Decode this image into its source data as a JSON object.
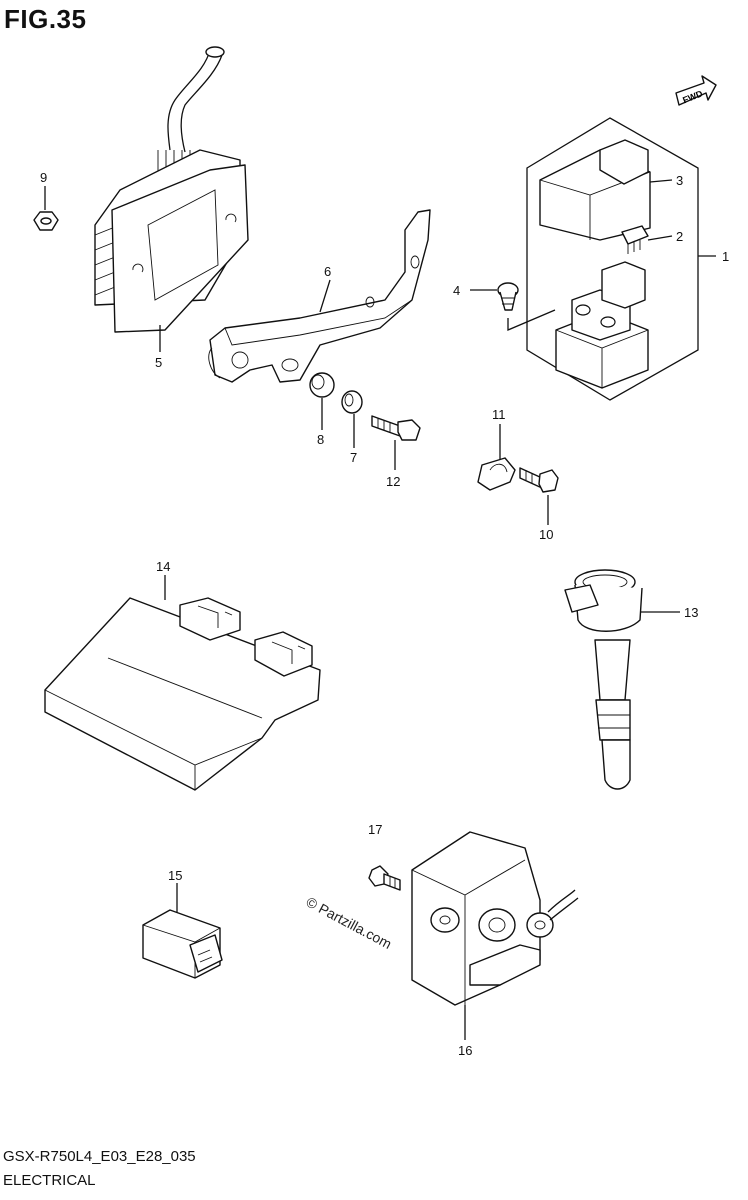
{
  "figure": {
    "title": "FIG.35",
    "code": "GSX-R750L4_E03_E28_035",
    "section": "ELECTRICAL",
    "watermark": "© Partzilla.com",
    "fwd_label": "FWD"
  },
  "callouts": [
    "1",
    "2",
    "3",
    "4",
    "5",
    "6",
    "7",
    "8",
    "9",
    "10",
    "11",
    "12",
    "13",
    "14",
    "15",
    "16",
    "17"
  ]
}
